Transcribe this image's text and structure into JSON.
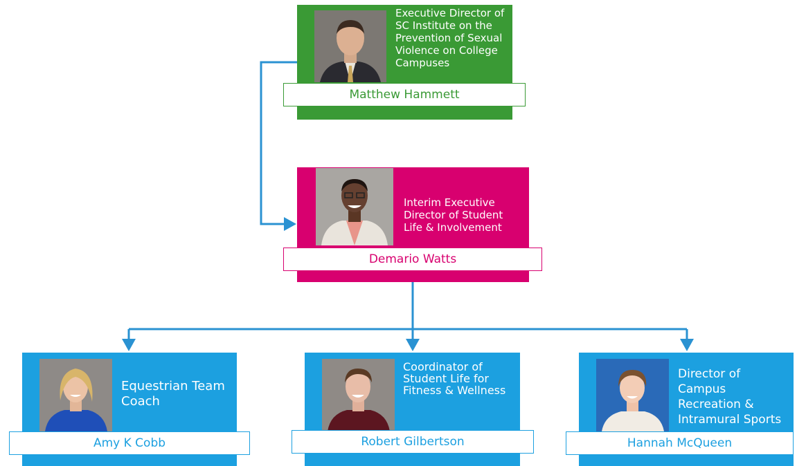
{
  "colors": {
    "green": "#3a9a35",
    "magenta": "#d8006f",
    "blue": "#1ca0e0",
    "connector": "#2a92d2"
  },
  "exec": {
    "title": "Executive Director of SC Institute on the Prevention of Sexual Violence on College Campuses",
    "name": "Matthew Hammett"
  },
  "interim": {
    "title": "Interim Executive Director of Student Life & Involvement",
    "name": "Demario Watts"
  },
  "staff": [
    {
      "title": "Equestrian Team Coach",
      "name": "Amy K Cobb"
    },
    {
      "title": "Coordinator of Student Life for Fitness & Wellness",
      "name": "Robert Gilbertson"
    },
    {
      "title": "Director of Campus Recreation & Intramural Sports",
      "name": "Hannah McQueen"
    }
  ]
}
